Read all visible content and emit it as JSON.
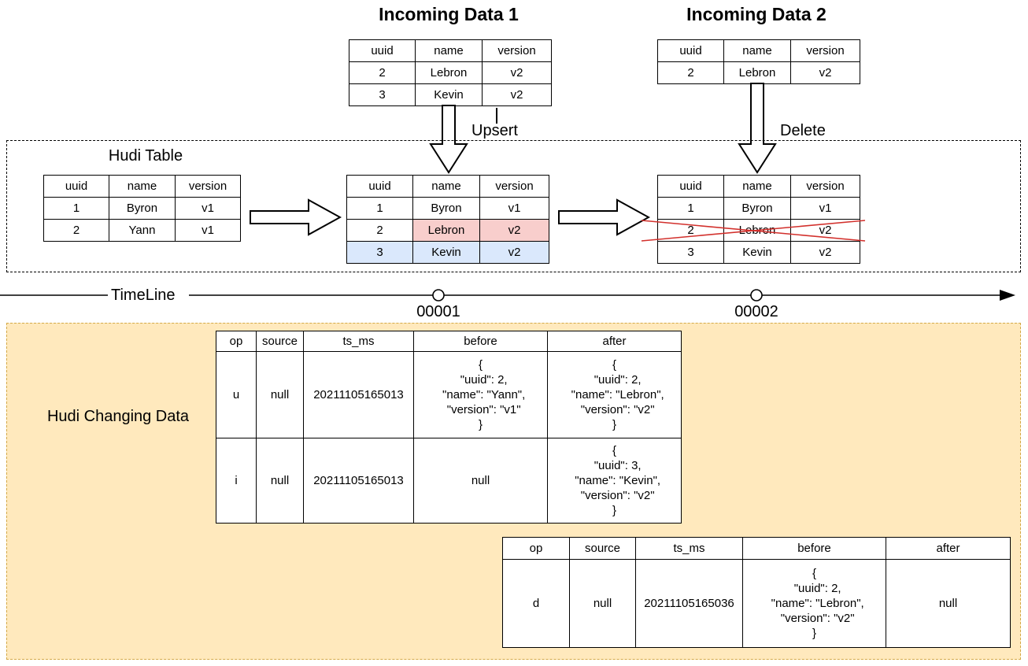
{
  "titles": {
    "incoming1": "Incoming Data 1",
    "incoming2": "Incoming Data 2",
    "hudi_table": "Hudi Table",
    "timeline": "TimeLine",
    "changing_data": "Hudi Changing Data"
  },
  "labels": {
    "upsert": "Upsert",
    "delete": "Delete"
  },
  "timeline": {
    "commits": [
      {
        "id": "00001"
      },
      {
        "id": "00002"
      }
    ]
  },
  "colors": {
    "pink_fill": "#f8cecc",
    "pink_border": "#b85450",
    "blue_fill": "#dae8fc",
    "blue_border": "#6c8ebf",
    "yellow_fill": "#ffe9bd",
    "yellow_border": "#d4a947",
    "cross_red": "#d2302c"
  },
  "record_tables": {
    "headers": [
      "uuid",
      "name",
      "version"
    ],
    "incoming1": [
      [
        "2",
        "Lebron",
        "v2"
      ],
      [
        "3",
        "Kevin",
        "v2"
      ]
    ],
    "incoming2": [
      [
        "2",
        "Lebron",
        "v2"
      ]
    ],
    "hudi_before": [
      [
        "1",
        "Byron",
        "v1"
      ],
      [
        "2",
        "Yann",
        "v1"
      ]
    ],
    "hudi_upsert": [
      [
        "1",
        "Byron",
        "v1"
      ],
      [
        "2",
        "Lebron",
        "v2"
      ],
      [
        "3",
        "Kevin",
        "v2"
      ]
    ],
    "hudi_delete": [
      [
        "1",
        "Byron",
        "v1"
      ],
      [
        "2",
        "Lebron",
        "v2"
      ],
      [
        "3",
        "Kevin",
        "v2"
      ]
    ]
  },
  "cdc": {
    "headers": [
      "op",
      "source",
      "ts_ms",
      "before",
      "after"
    ],
    "table1": [
      {
        "op": "u",
        "source": "null",
        "ts_ms": "20211105165013",
        "before": "{\n  \"uuid\": 2,\n  \"name\": \"Yann\",\n  \"version\": \"v1\"\n}",
        "after": "{\n  \"uuid\": 2,\n  \"name\": \"Lebron\",\n  \"version\": \"v2\"\n}"
      },
      {
        "op": "i",
        "source": "null",
        "ts_ms": "20211105165013",
        "before": "null",
        "after": "{\n  \"uuid\": 3,\n  \"name\": \"Kevin\",\n  \"version\": \"v2\"\n}"
      }
    ],
    "table2": [
      {
        "op": "d",
        "source": "null",
        "ts_ms": "20211105165036",
        "before": "{\n  \"uuid\": 2,\n  \"name\": \"Lebron\",\n  \"version\": \"v2\"\n}",
        "after": "null"
      }
    ]
  }
}
